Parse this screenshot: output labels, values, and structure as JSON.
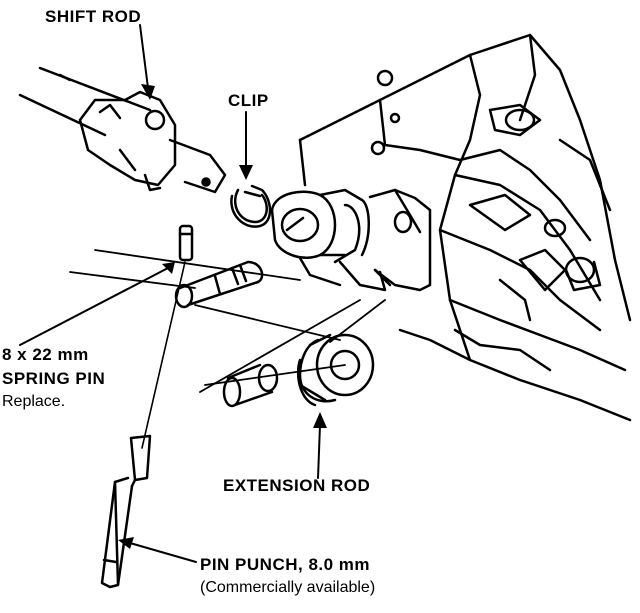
{
  "labels": {
    "shift_rod": "SHIFT ROD",
    "clip": "CLIP",
    "spring_pin_size": "8 x 22 mm",
    "spring_pin": "SPRING PIN",
    "spring_pin_note": "Replace.",
    "extension_rod": "EXTENSION ROD",
    "pin_punch": "PIN PUNCH, 8.0 mm",
    "pin_punch_note": "(Commercially available)"
  },
  "colors": {
    "ink": "#000000",
    "paper": "#ffffff"
  }
}
